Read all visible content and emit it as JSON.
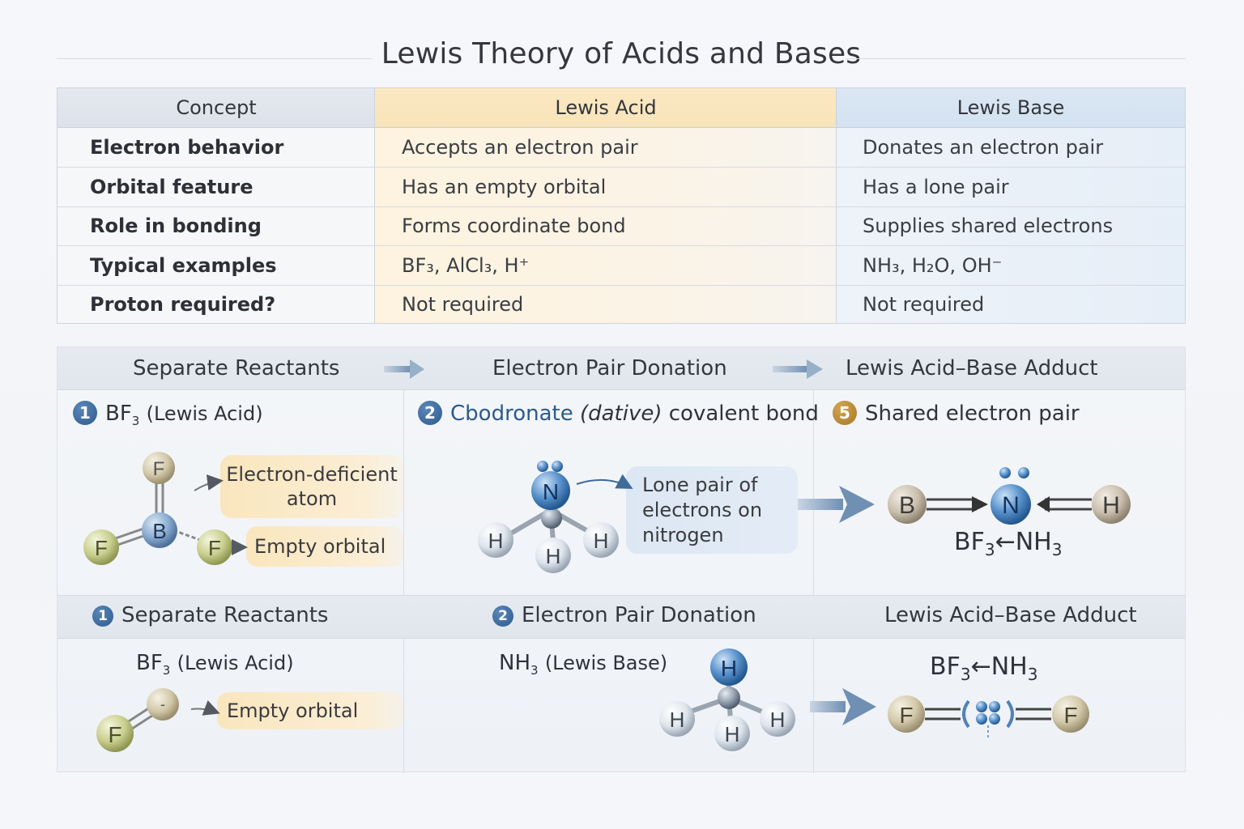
{
  "title": "Lewis Theory of Acids and Bases",
  "table": {
    "headers": [
      "Concept",
      "Lewis Acid",
      "Lewis Base"
    ],
    "rows": [
      {
        "concept": "Electron behavior",
        "acid": "Accepts an electron pair",
        "base": "Donates an electron pair"
      },
      {
        "concept": "Orbital feature",
        "acid": "Has an empty orbital",
        "base": "Has a lone pair"
      },
      {
        "concept": "Role in bonding",
        "acid": "Forms coordinate bond",
        "base": "Supplies shared electrons"
      },
      {
        "concept": "Typical examples",
        "acid": "BF₃, AlCl₃, H⁺",
        "base": "NH₃, H₂O, OH⁻"
      },
      {
        "concept": "Proton required?",
        "acid": "Not required",
        "base": "Not required"
      }
    ]
  },
  "diagram": {
    "top_headers": [
      "Separate Reactants",
      "Electron Pair Donation",
      "Lewis Acid–Base Adduct"
    ],
    "panel1": {
      "num": "1",
      "label_main": "BF",
      "label_sub": "3",
      "label_paren": "(Lewis Acid)",
      "callout_deficient": "Electron-deficient atom",
      "callout_empty": "Empty orbital",
      "atoms": {
        "top": "F",
        "center": "B",
        "left": "F",
        "right": "F"
      }
    },
    "panel2": {
      "num": "2",
      "label_a": "Cbodronate",
      "label_b": "(dative)",
      "label_c": "covalent bond",
      "callout": "Lone pair of electrons on nitrogen",
      "atoms": {
        "center": "N",
        "h1": "H",
        "h2": "H",
        "h3": "H"
      }
    },
    "panel3": {
      "num": "5",
      "label": "Shared electron pair",
      "atoms": {
        "b": "B",
        "n": "N",
        "h": "H"
      },
      "formula_a": "BF",
      "formula_a_sub": "3",
      "formula_b": "NH",
      "formula_b_sub": "3"
    },
    "bottom_headers": {
      "left_num": "1",
      "left": "Separate Reactants",
      "mid_num": "2",
      "mid": "Electron Pair Donation",
      "right": "Lewis Acid–Base Adduct"
    },
    "panel4": {
      "label_main": "BF",
      "label_sub": "3",
      "label_paren": "(Lewis Acid)",
      "callout": "Empty orbital",
      "atom": "F"
    },
    "panel5": {
      "label_main": "NH",
      "label_sub": "3",
      "label_paren": "(Lewis Base)",
      "atoms": {
        "top": "H",
        "left": "H",
        "mid": "H",
        "right": "H"
      }
    },
    "panel6": {
      "formula_a": "BF",
      "formula_a_sub": "3",
      "formula_b": "NH",
      "formula_b_sub": "3",
      "atoms": {
        "left": "F",
        "right": "F"
      }
    }
  }
}
